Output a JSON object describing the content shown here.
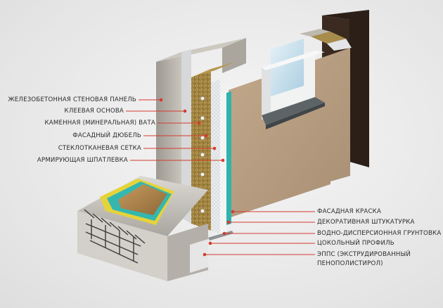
{
  "labels_left": [
    "ЖЕЛЕЗОБЕТОННАЯ СТЕНОВАЯ ПАНЕЛЬ",
    "КЛЕЕВАЯ ОСНОВА",
    "КАМЕННАЯ (МИНЕРАЛЬНАЯ) ВАТА",
    "ФАСАДНЫЙ ДЮБЕЛЬ",
    "СТЕКЛОТКАНЕВАЯ СЕТКА",
    "АРМИРУЮЩАЯ ШПАТЛЕВКА"
  ],
  "labels_right": [
    "ФАСАДНАЯ КРАСКА",
    "ДЕКОРАТИВНАЯ ШТУКАТУРКА",
    "ВОДНО-ДИСПЕРСИОННАЯ ГРУНТОВКА",
    "ЦОКОЛЬНЫЙ ПРОФИЛЬ",
    "ЭППС (ЭКСТРУДИРОВАННЫЙ",
    "ПЕНОПОЛИСТИРОЛ)"
  ],
  "colors": {
    "leader_line": "#d63a2f",
    "concrete": "#b9b5ad",
    "mineral_wool": "#a68a4a",
    "mesh": "#e9ecef",
    "teal_xps": "#2fb3ad",
    "facade_paint": "#bba287",
    "dark_post": "#2b1f17",
    "glass": "#cfe3ef"
  }
}
